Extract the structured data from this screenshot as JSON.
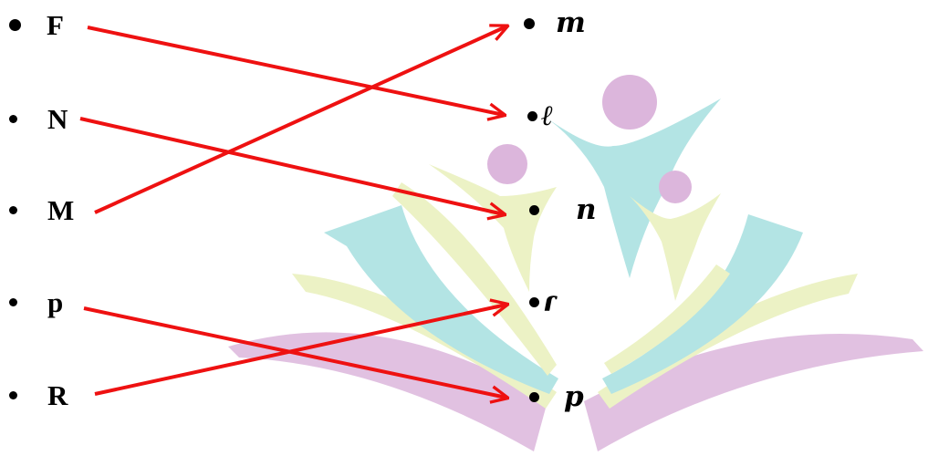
{
  "left_column": [
    {
      "id": "F",
      "label": "F"
    },
    {
      "id": "N",
      "label": "N"
    },
    {
      "id": "M",
      "label": "M"
    },
    {
      "id": "p",
      "label": "p"
    },
    {
      "id": "R",
      "label": "R"
    }
  ],
  "right_column": [
    {
      "id": "m",
      "label": "m"
    },
    {
      "id": "l",
      "label": "ℓ"
    },
    {
      "id": "n",
      "label": "n"
    },
    {
      "id": "r",
      "label": "ɾ"
    },
    {
      "id": "p2",
      "label": "p"
    }
  ],
  "connections": [
    {
      "from": "F",
      "to": "l"
    },
    {
      "from": "N",
      "to": "n"
    },
    {
      "from": "M",
      "to": "m"
    },
    {
      "from": "p",
      "to": "p2"
    },
    {
      "from": "R",
      "to": "r"
    }
  ],
  "colors": {
    "arrow": "#ee1111",
    "bullet": "#000000",
    "watermark_teal": "#b3e4e4",
    "watermark_lime": "#ecf2c5",
    "watermark_purple": "#dcb6dc"
  }
}
